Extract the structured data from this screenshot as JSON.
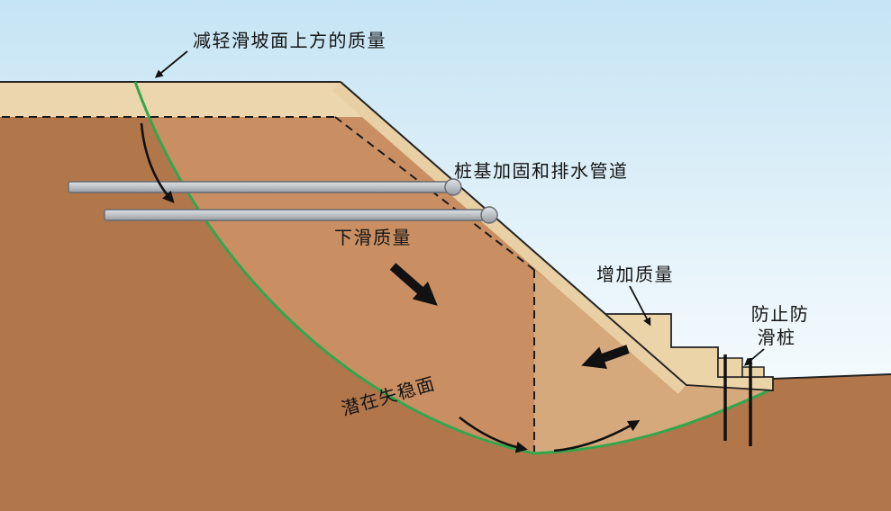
{
  "labels": {
    "reduce_mass": "减轻滑坡面上方的质量",
    "piles_drainage": "桩基加固和排水管道",
    "sliding_mass": "下滑质量",
    "add_mass": "增加质量",
    "anti_slide_line1": "防止防",
    "anti_slide_line2": "滑桩",
    "failure_surface": "潜在失稳面"
  },
  "colors": {
    "sky_top": "#c5e4f4",
    "sky_bottom": "#f7fcfe",
    "earth_dark": "#b2764b",
    "slide_mass": "#c98f63",
    "toe_mass": "#d6a97c",
    "crest_band": "#ecd6ad",
    "face_band": "#e9cfa4",
    "bench": "#ecd4a9",
    "failure_line": "#33a64c",
    "pipe_light": "#d9dcdf",
    "pipe_dark": "#999fa6",
    "outline": "#222222"
  }
}
